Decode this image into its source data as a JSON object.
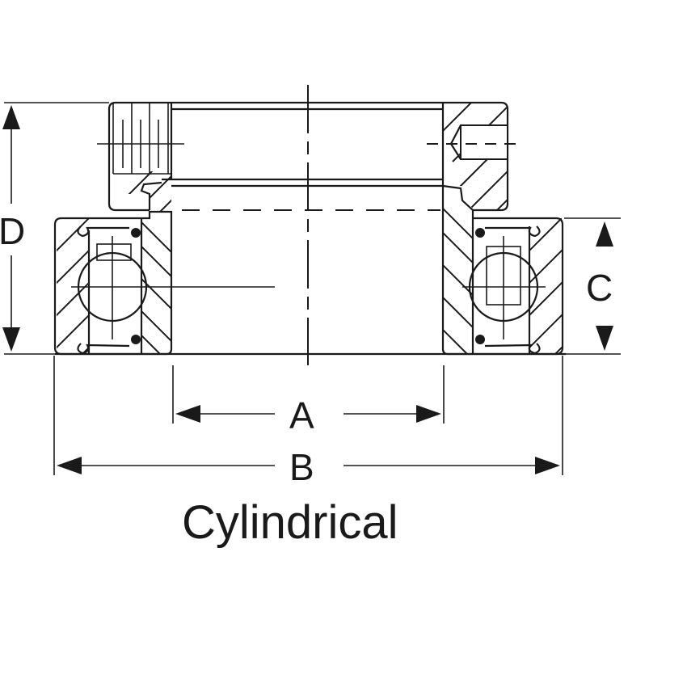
{
  "diagram": {
    "title": "Cylindrical",
    "dimensions": {
      "A": "A",
      "B": "B",
      "C": "C",
      "D": "D"
    },
    "colors": {
      "line": "#1a1a1a",
      "background": "#ffffff"
    }
  }
}
